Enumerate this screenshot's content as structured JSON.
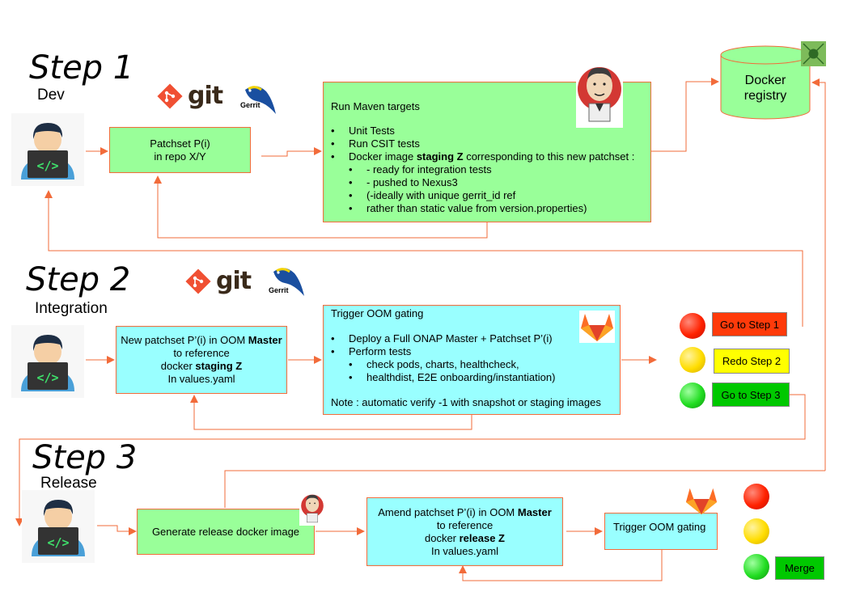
{
  "steps": {
    "step1": {
      "title": "Step 1",
      "subtitle": "Dev"
    },
    "step2": {
      "title": "Step 2",
      "subtitle": "Integration"
    },
    "step3": {
      "title": "Step 3",
      "subtitle": "Release"
    }
  },
  "logos": {
    "git": "git",
    "gerrit": "Gerrit"
  },
  "step1": {
    "patchset": {
      "line1": "Patchset P(i)",
      "line2": "in repo X/Y"
    },
    "maven": {
      "heading": "Run Maven targets",
      "items": [
        "Unit Tests",
        "Run CSIT tests"
      ],
      "docker_pre": "Docker image ",
      "docker_bold": "staging Z",
      "docker_post": " corresponding  to this new patchset :",
      "subitems": [
        "- ready for integration tests",
        "- pushed to Nexus3",
        "(-ideally with unique gerrit_id ref",
        "rather than static value from version.properties)"
      ]
    },
    "registry": {
      "line1": "Docker",
      "line2": "registry"
    }
  },
  "step2": {
    "patchset": {
      "l1_pre": "New patchset P’(i) in OOM ",
      "l1_bold": "Master",
      "l2": "to reference",
      "l3_pre": "docker ",
      "l3_bold": "staging Z",
      "l4": "In values.yaml"
    },
    "gating": {
      "heading": "Trigger OOM gating",
      "items": [
        "Deploy a Full ONAP Master + Patchset P’(i)",
        "Perform tests"
      ],
      "subitems": [
        "check pods, charts, healthcheck,",
        "healthdist, E2E onboarding/instantiation)"
      ],
      "note": "Note : automatic verify -1 with snapshot or staging images"
    },
    "outcomes": {
      "red": "Go to Step 1",
      "yellow": "Redo Step 2",
      "green": "Go to Step 3"
    }
  },
  "step3": {
    "generate": "Generate release docker image",
    "amend": {
      "l1_pre": "Amend patchset P’(i) in OOM ",
      "l1_bold": "Master",
      "l2": "to reference",
      "l3_pre": "docker ",
      "l3_bold": "release Z",
      "l4": "In values.yaml"
    },
    "gating": "Trigger OOM gating",
    "merge": "Merge"
  },
  "colors": {
    "arrow": "#f26b3a",
    "green_box": "#99ff99",
    "cyan_box": "#99ffff",
    "red_light": "#ff2200",
    "yellow_light": "#ffdd00",
    "green_light": "#22dd22"
  }
}
